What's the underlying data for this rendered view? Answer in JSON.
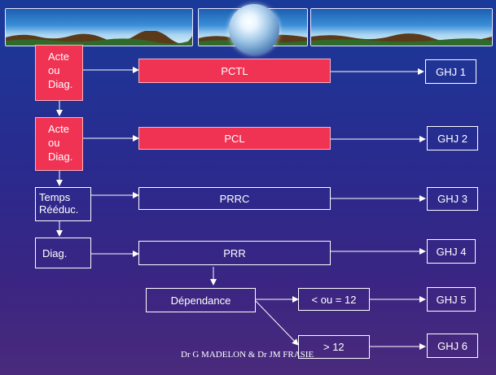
{
  "colors": {
    "accent_red": "#f03253",
    "background": "#2a2a8e",
    "line": "#ffffff"
  },
  "diagram": {
    "left_column": [
      {
        "label": "Acte ou Diag."
      },
      {
        "label": "Acte ou Diag."
      },
      {
        "label": "Temps Rééduc."
      },
      {
        "label": "Diag."
      }
    ],
    "middle": [
      "PCTL",
      "PCL",
      "PRRC",
      "PRR"
    ],
    "ghj": [
      "GHJ 1",
      "GHJ 2",
      "GHJ 3",
      "GHJ 4",
      "GHJ 5",
      "GHJ 6"
    ],
    "dependance": "Dépendance",
    "conditions": [
      "< ou = 12",
      "> 12"
    ]
  },
  "footer": "Dr G MADELON & Dr JM FRASIE"
}
